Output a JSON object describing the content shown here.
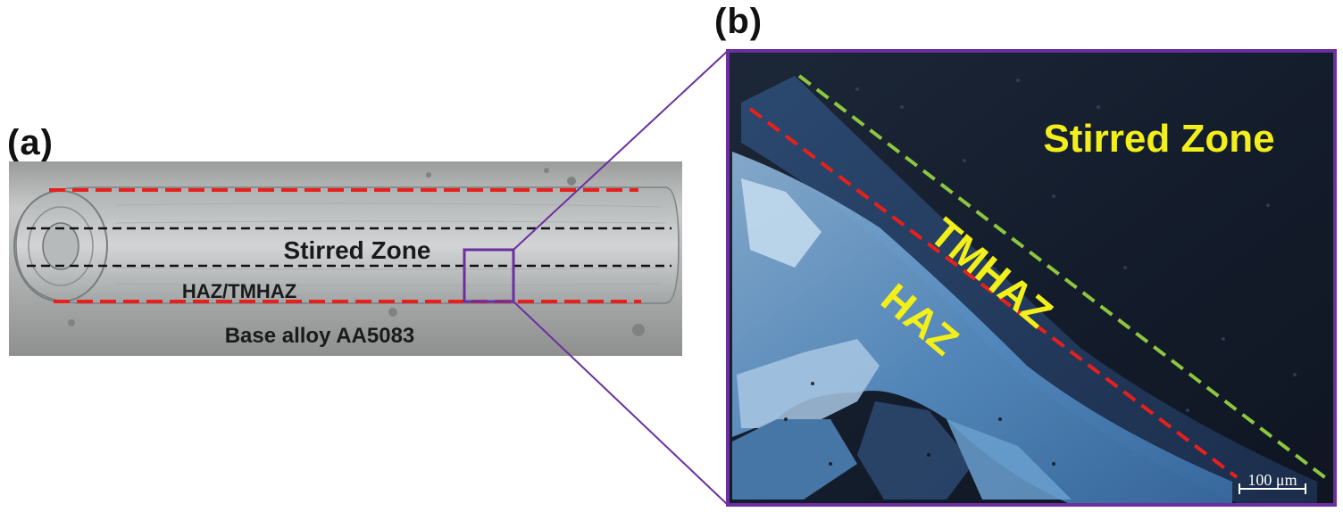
{
  "panels": {
    "a": {
      "label": "(a)",
      "annotations": {
        "stirred_zone": "Stirred Zone",
        "haz_tmhaz": "HAZ/TMHAZ",
        "base_alloy": "Base alloy AA5083"
      }
    },
    "b": {
      "label": "(b)",
      "annotations": {
        "stirred_zone": "Stirred Zone",
        "tmhaz": "TMHAZ",
        "haz": "HAZ"
      },
      "scale_bar": "100 μm"
    }
  },
  "colors": {
    "boundary_red": "#e8201c",
    "boundary_green": "#8dc63f",
    "inset_frame": "#6b2fa0",
    "label_yellow": "#f2ef1a"
  }
}
